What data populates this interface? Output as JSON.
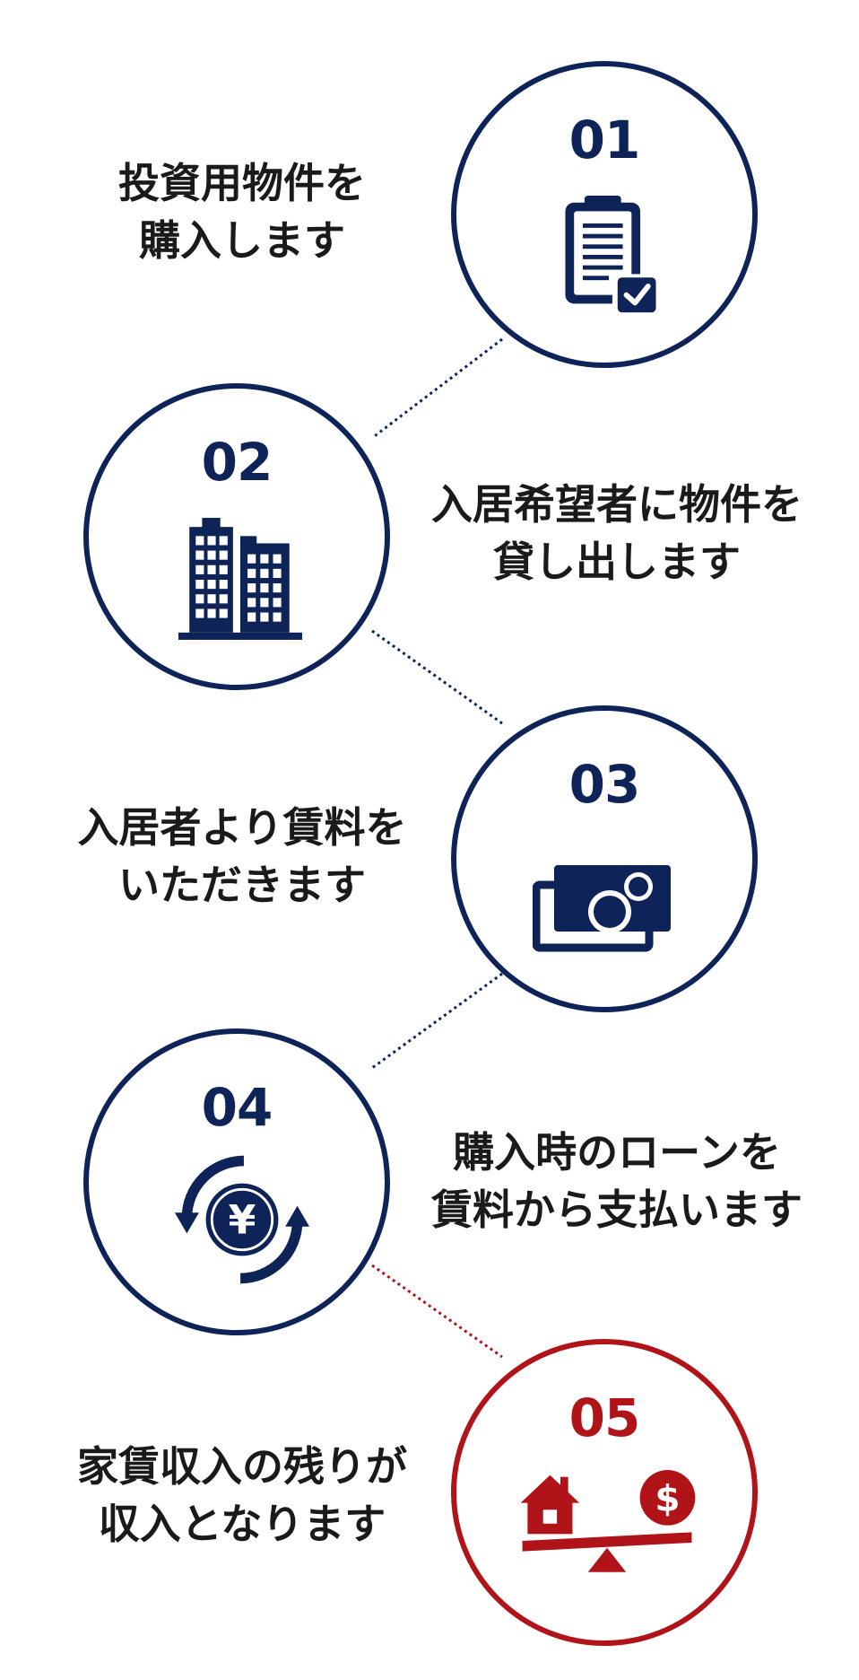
{
  "colors": {
    "navy": "#0e2458",
    "red": "#b01419",
    "text": "#1a1a1a"
  },
  "steps": [
    {
      "number": "01",
      "icon": "clipboard-check-icon",
      "line1": "投資用物件を",
      "line2": "購入します"
    },
    {
      "number": "02",
      "icon": "office-buildings-icon",
      "line1": "入居希望者に物件を",
      "line2": "貸し出します"
    },
    {
      "number": "03",
      "icon": "banknotes-icon",
      "line1": "入居者より賃料を",
      "line2": "いただきます"
    },
    {
      "number": "04",
      "icon": "yen-cycle-icon",
      "line1": "購入時のローンを",
      "line2": "賃料から支払います"
    },
    {
      "number": "05",
      "icon": "house-money-balance-icon",
      "line1": "家賃収入の残りが",
      "line2": "収入となります"
    }
  ],
  "yen_symbol": "¥",
  "dollar_symbol": "$"
}
